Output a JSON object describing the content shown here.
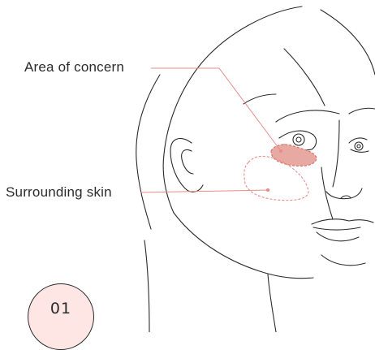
{
  "labels": {
    "area_of_concern": "Area of concern",
    "surrounding_skin": "Surrounding skin"
  },
  "step": {
    "number": "01"
  },
  "colors": {
    "line_art": "#2b2b2b",
    "leader_line": "#e98c8c",
    "concern_fill": "#e9a9a3",
    "concern_outline": "#d9706a",
    "surrounding_outline": "#e98c8c",
    "badge_fill": "#fde6e4"
  }
}
